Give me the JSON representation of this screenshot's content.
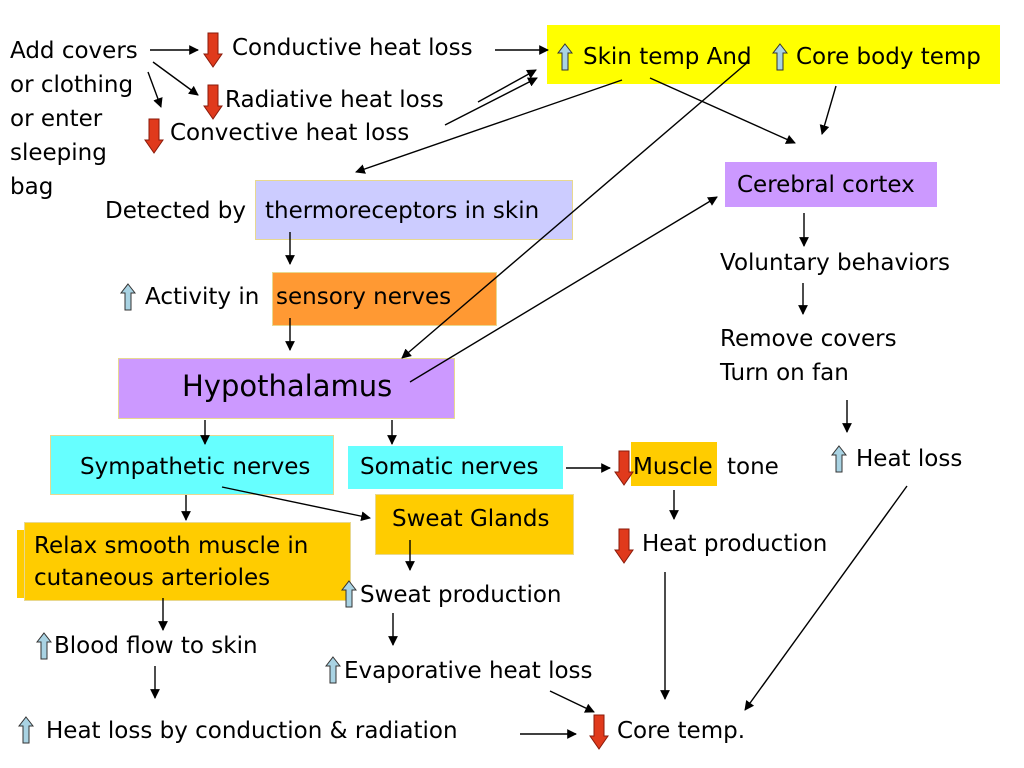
{
  "colors": {
    "yellow": "#ffff00",
    "lavender": "#ccccff",
    "purple": "#cc99ff",
    "orange": "#ff9933",
    "cyan": "#66ffff",
    "gold": "#ffcc00",
    "red_arrow": "#e03a1c",
    "blue_arrow": "#a9d3e3"
  },
  "left_causes": {
    "add_covers": [
      "Add covers",
      "or clothing",
      "or enter",
      "sleeping",
      "bag"
    ]
  },
  "heat_loss_items": {
    "conductive": "Conductive heat loss",
    "radiative": "Radiative heat loss",
    "convective": "Convective heat loss"
  },
  "top_box": {
    "skin_temp": "Skin temp And",
    "core_temp": "Core body temp"
  },
  "sensing": {
    "detected_by": "Detected by",
    "thermoreceptors": "thermoreceptors in skin",
    "activity_in": "Activity in",
    "sensory_nerves": "sensory nerves"
  },
  "hypothalamus": "Hypothalamus",
  "cortex_path": {
    "cerebral_cortex": "Cerebral cortex",
    "voluntary": "Voluntary behaviors",
    "remove_covers": "Remove covers",
    "turn_on_fan": "Turn on fan",
    "heat_loss": "Heat loss"
  },
  "efferents": {
    "sympathetic": "Sympathetic nerves",
    "somatic": "Somatic nerves",
    "muscle": "Muscle",
    "tone": "tone",
    "heat_production": "Heat production",
    "sweat_glands": "Sweat Glands",
    "sweat_production": "Sweat production",
    "evaporative": "Evaporative heat loss",
    "relax_line1": "Relax smooth muscle in",
    "relax_line2": "cutaneous arterioles",
    "blood_flow": "Blood flow to skin",
    "heat_loss_cond_rad": "Heat loss by conduction & radiation",
    "core_temp": "Core temp."
  },
  "icons": {
    "down_arrow": "red-down-arrow-icon",
    "up_arrow": "blue-up-arrow-icon"
  }
}
